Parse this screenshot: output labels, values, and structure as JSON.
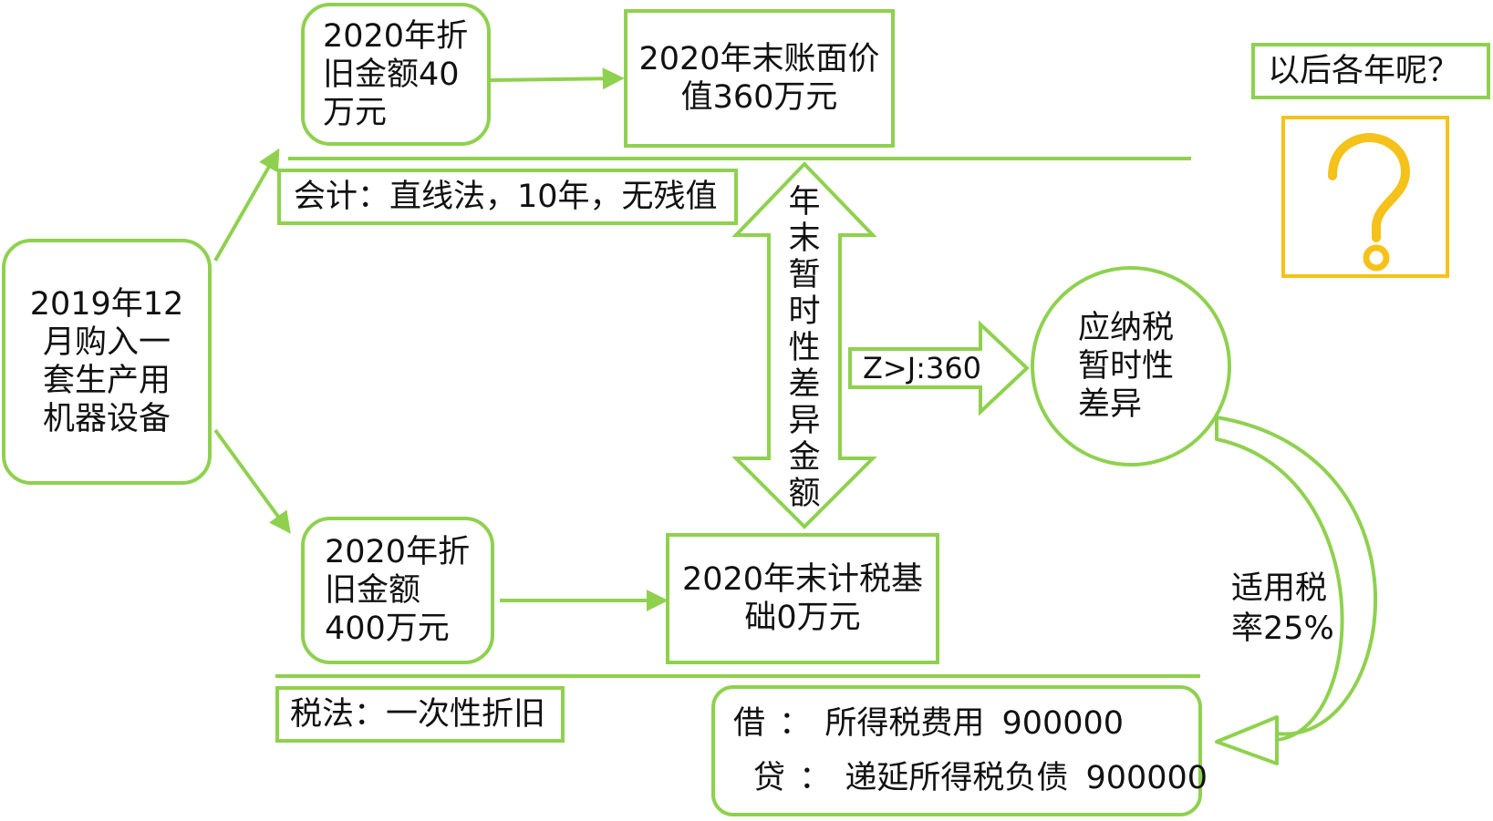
{
  "start_node": [
    "2019年12",
    "月购入一",
    "套生产用",
    "机器设备"
  ],
  "accounting": {
    "depreciation_box": [
      "2020年折",
      "旧金额40",
      "万元"
    ],
    "book_value_box": [
      "2020年末账面价",
      "值360万元"
    ],
    "method_label": "会计：直线法，10年，无残值"
  },
  "tax": {
    "depreciation_box": [
      "2020年折",
      "旧金额",
      "400万元"
    ],
    "tax_base_box": [
      "2020年末计税基",
      "础0万元"
    ],
    "method_label": "税法：一次性折旧"
  },
  "double_arrow_label": [
    "年",
    "末",
    "暂",
    "时",
    "性",
    "差",
    "异",
    "金",
    "额"
  ],
  "right_arrow_label": "Z>J:360",
  "difference_circle": [
    "应纳税",
    "暂时性",
    "差异"
  ],
  "rate_label": [
    "适用税",
    "率25%"
  ],
  "journal": {
    "debit": {
      "label": "借",
      "sep": "：",
      "account": "所得税费用",
      "amount": "900000"
    },
    "credit": {
      "label": "贷",
      "sep": "：",
      "account": "递延所得税负债",
      "amount": "900000"
    }
  },
  "question_label": "以后各年呢？",
  "question_mark": "?",
  "colors": {
    "green": "#8fd14f",
    "yellow": "#f5c21b"
  }
}
